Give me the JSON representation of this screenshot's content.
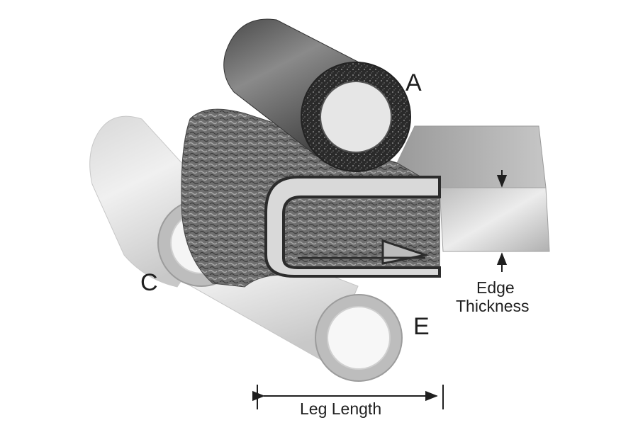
{
  "labels": {
    "a": "A",
    "c": "C",
    "e": "E",
    "edge_thickness_line1": "Edge",
    "edge_thickness_line2": "Thickness",
    "leg_length": "Leg Length"
  },
  "colors": {
    "background": "#ffffff",
    "tube_light": "#e4e4e4",
    "tube_dark_rubber": "#555555",
    "sponge_cross_section": "#2e2e2e",
    "trim_body": "#3a3a3a",
    "metal_plate": "#d6d6d6",
    "dimension_lines": "#1f1f1f"
  },
  "icons": [
    "tube-A",
    "tube-C",
    "tube-E",
    "metal-edge-plate",
    "u-channel-trim",
    "arrow-icon"
  ]
}
